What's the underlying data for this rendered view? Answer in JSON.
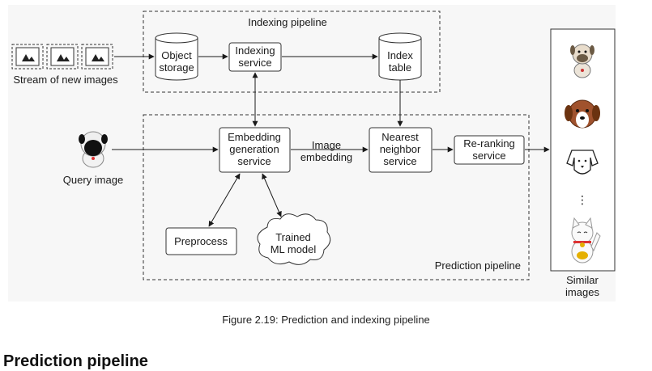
{
  "diagram": {
    "groups": {
      "indexing": "Indexing pipeline",
      "prediction": "Prediction pipeline"
    },
    "nodes": {
      "stream_label": "Stream of new images",
      "object_storage": [
        "Object",
        "storage"
      ],
      "indexing_service": [
        "Indexing",
        "service"
      ],
      "index_table": [
        "Index",
        "table"
      ],
      "query_image": "Query image",
      "embedding_generation": [
        "Embedding",
        "generation",
        "service"
      ],
      "nearest_neighbor": [
        "Nearest",
        "neighbor",
        "service"
      ],
      "reranking": [
        "Re-ranking",
        "service"
      ],
      "preprocess": "Preprocess",
      "trained_model": [
        "Trained",
        "ML model"
      ],
      "similar_images": [
        "Similar",
        "images"
      ],
      "ellipsis": "⋮"
    },
    "edge_labels": {
      "image_embedding": [
        "Image",
        "embedding"
      ]
    }
  },
  "caption": "Figure 2.19: Prediction and indexing pipeline",
  "next_heading": "Prediction pipeline"
}
